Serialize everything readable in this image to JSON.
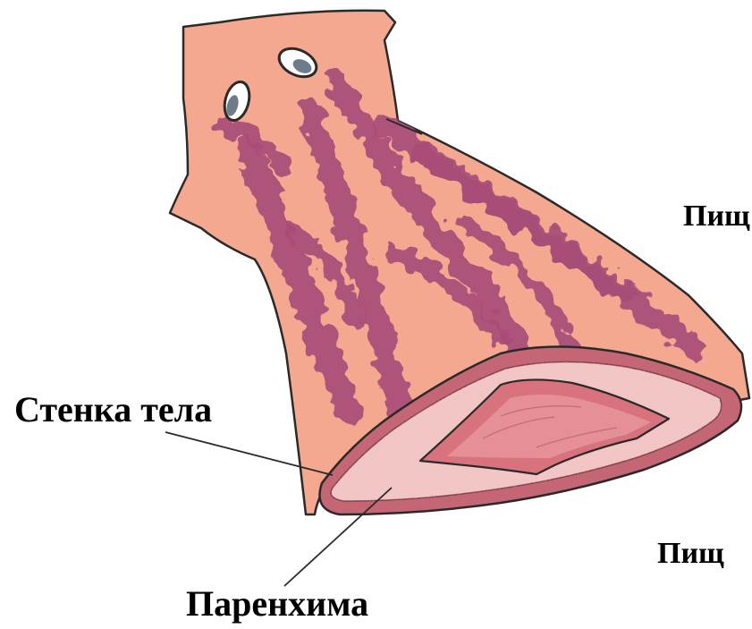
{
  "labels": {
    "body_wall": "Стенка тела",
    "parenchyma": "Паренхима",
    "right_top": "Пищ",
    "right_bottom": "Пищ"
  },
  "colors": {
    "body": "#f5a890",
    "outline": "#2a2a2a",
    "branches": "#a84c78",
    "parenchyma": "#f3c6c3",
    "wall_ring": "#c46674",
    "gut": "#d8737d"
  }
}
